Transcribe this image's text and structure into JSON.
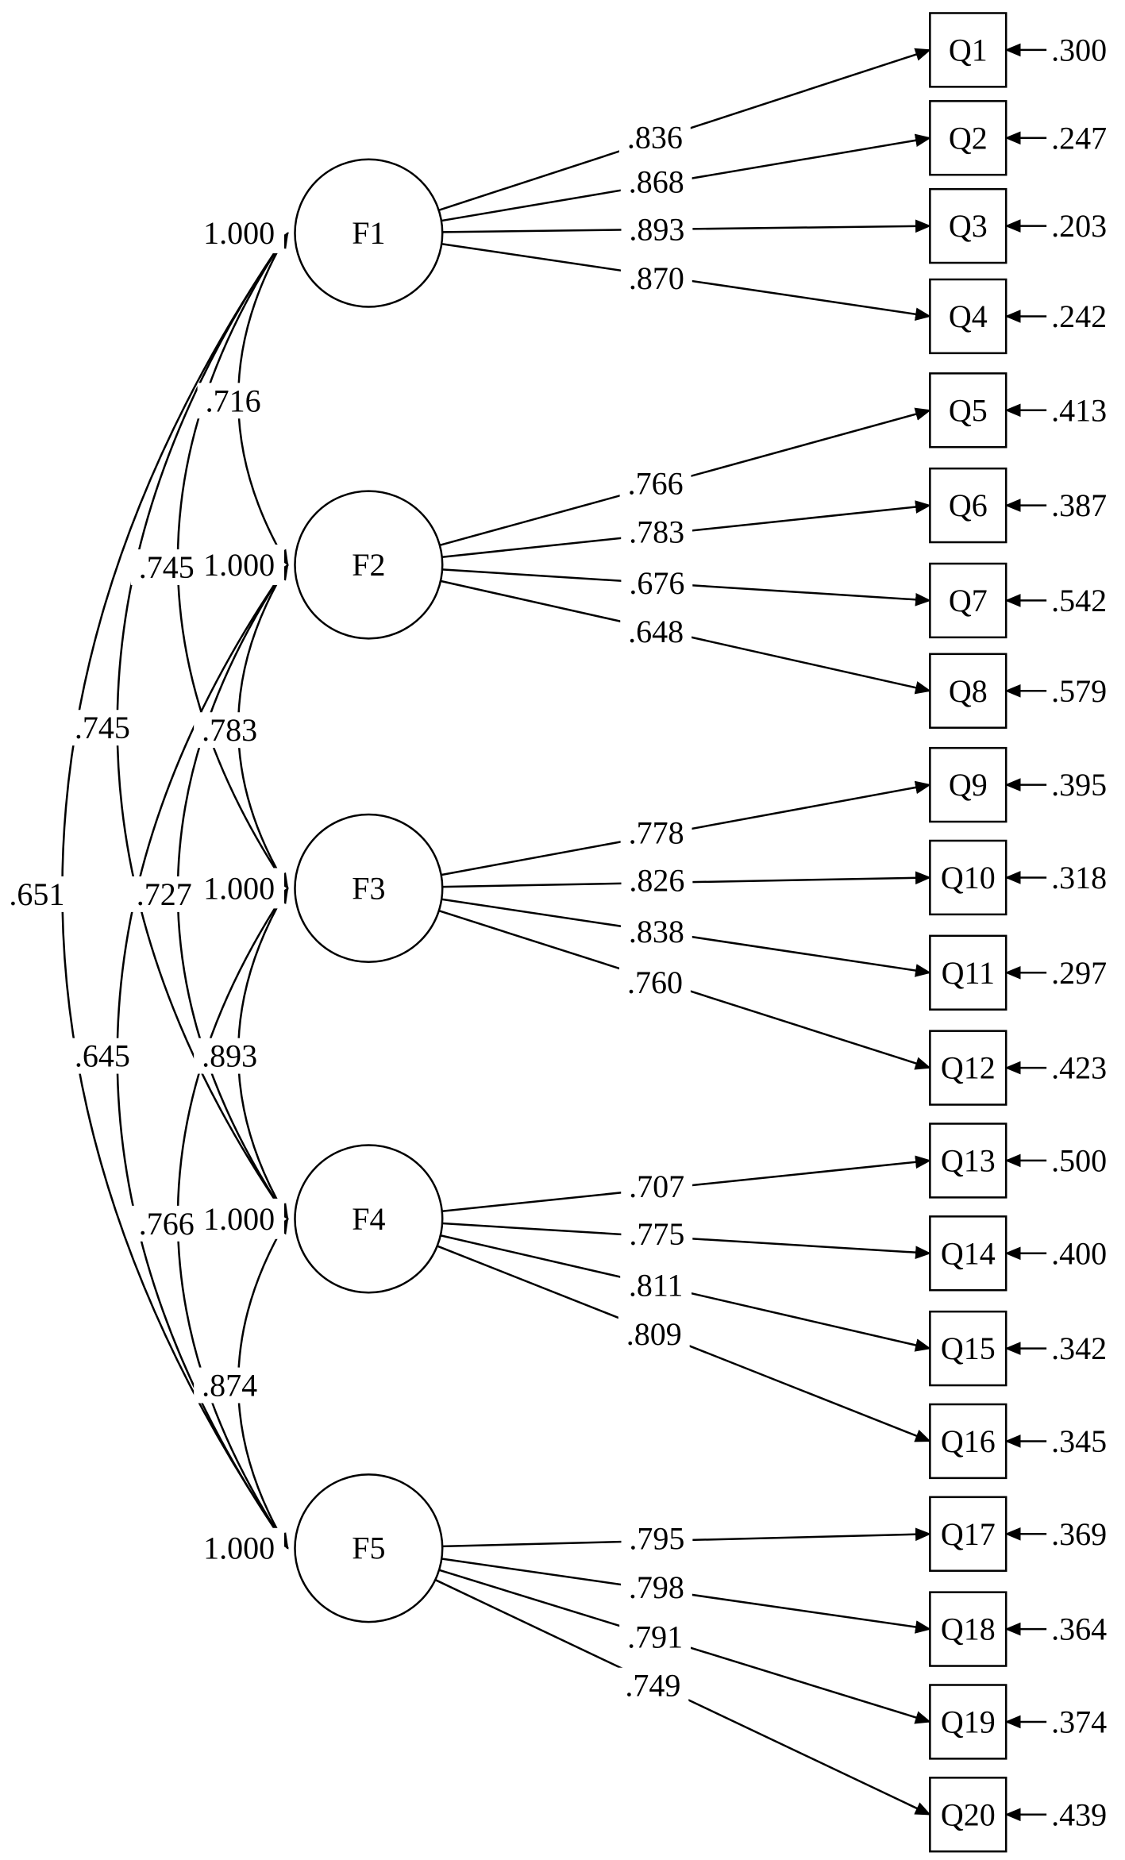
{
  "factors": [
    {
      "id": "F1",
      "variance": "1.000"
    },
    {
      "id": "F2",
      "variance": "1.000"
    },
    {
      "id": "F3",
      "variance": "1.000"
    },
    {
      "id": "F4",
      "variance": "1.000"
    },
    {
      "id": "F5",
      "variance": "1.000"
    }
  ],
  "items": [
    {
      "id": "Q1",
      "factor": "F1",
      "loading": ".836",
      "error": ".300"
    },
    {
      "id": "Q2",
      "factor": "F1",
      "loading": ".868",
      "error": ".247"
    },
    {
      "id": "Q3",
      "factor": "F1",
      "loading": ".893",
      "error": ".203"
    },
    {
      "id": "Q4",
      "factor": "F1",
      "loading": ".870",
      "error": ".242"
    },
    {
      "id": "Q5",
      "factor": "F2",
      "loading": ".766",
      "error": ".413"
    },
    {
      "id": "Q6",
      "factor": "F2",
      "loading": ".783",
      "error": ".387"
    },
    {
      "id": "Q7",
      "factor": "F2",
      "loading": ".676",
      "error": ".542"
    },
    {
      "id": "Q8",
      "factor": "F2",
      "loading": ".648",
      "error": ".579"
    },
    {
      "id": "Q9",
      "factor": "F3",
      "loading": ".778",
      "error": ".395"
    },
    {
      "id": "Q10",
      "factor": "F3",
      "loading": ".826",
      "error": ".318"
    },
    {
      "id": "Q11",
      "factor": "F3",
      "loading": ".838",
      "error": ".297"
    },
    {
      "id": "Q12",
      "factor": "F3",
      "loading": ".760",
      "error": ".423"
    },
    {
      "id": "Q13",
      "factor": "F4",
      "loading": ".707",
      "error": ".500"
    },
    {
      "id": "Q14",
      "factor": "F4",
      "loading": ".775",
      "error": ".400"
    },
    {
      "id": "Q15",
      "factor": "F4",
      "loading": ".811",
      "error": ".342"
    },
    {
      "id": "Q16",
      "factor": "F4",
      "loading": ".809",
      "error": ".345"
    },
    {
      "id": "Q17",
      "factor": "F5",
      "loading": ".795",
      "error": ".369"
    },
    {
      "id": "Q18",
      "factor": "F5",
      "loading": ".798",
      "error": ".364"
    },
    {
      "id": "Q19",
      "factor": "F5",
      "loading": ".791",
      "error": ".374"
    },
    {
      "id": "Q20",
      "factor": "F5",
      "loading": ".749",
      "error": ".439"
    }
  ],
  "correlations": [
    {
      "from": "F1",
      "to": "F2",
      "value": ".716"
    },
    {
      "from": "F2",
      "to": "F3",
      "value": ".783"
    },
    {
      "from": "F3",
      "to": "F4",
      "value": ".893"
    },
    {
      "from": "F4",
      "to": "F5",
      "value": ".874"
    },
    {
      "from": "F1",
      "to": "F3",
      "value": ".745"
    },
    {
      "from": "F2",
      "to": "F4",
      "value": ".727"
    },
    {
      "from": "F3",
      "to": "F5",
      "value": ".766"
    },
    {
      "from": "F1",
      "to": "F4",
      "value": ".745"
    },
    {
      "from": "F2",
      "to": "F5",
      "value": ".645"
    },
    {
      "from": "F1",
      "to": "F5",
      "value": ".651"
    }
  ]
}
